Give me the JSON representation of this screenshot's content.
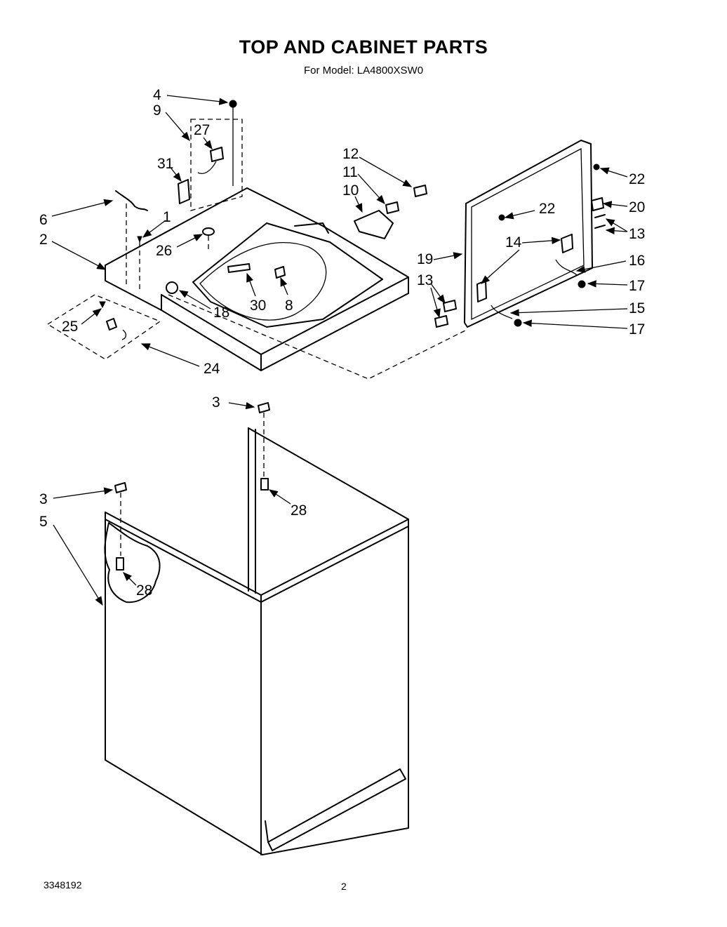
{
  "title": "TOP AND CABINET PARTS",
  "subtitle": "For Model: LA4800XSW0",
  "footer": {
    "doc_number": "3348192",
    "page_number": "2"
  },
  "callouts": [
    "4",
    "9",
    "27",
    "31",
    "6",
    "1",
    "2",
    "26",
    "12",
    "11",
    "10",
    "30",
    "8",
    "18",
    "25",
    "24",
    "22",
    "20",
    "13",
    "19",
    "14",
    "16",
    "17",
    "15",
    "3",
    "28",
    "5"
  ]
}
